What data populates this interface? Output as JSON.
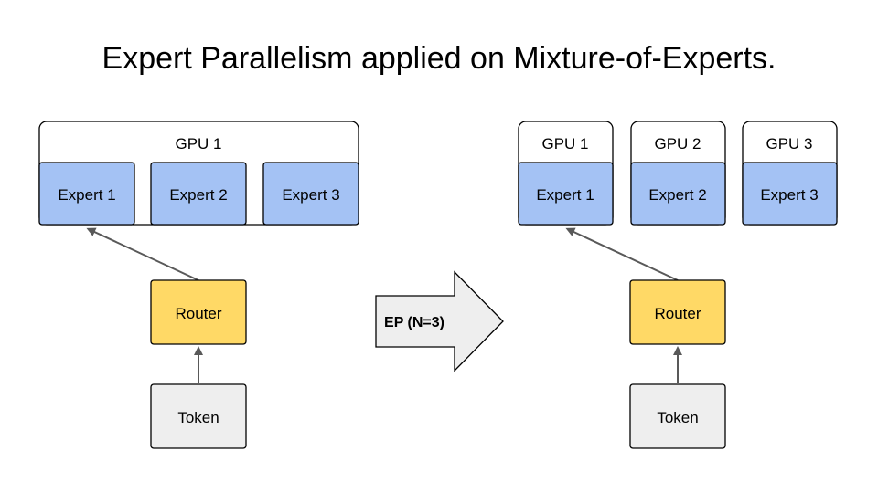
{
  "title": "Expert Parallelism applied on Mixture-of-Experts.",
  "left": {
    "gpu_label": "GPU 1",
    "experts": [
      "Expert 1",
      "Expert 2",
      "Expert 3"
    ],
    "router": "Router",
    "token": "Token"
  },
  "middle": {
    "arrow_label": "EP (N=3)"
  },
  "right": {
    "gpus": [
      "GPU 1",
      "GPU 2",
      "GPU 3"
    ],
    "experts": [
      "Expert 1",
      "Expert 2",
      "Expert 3"
    ],
    "router": "Router",
    "token": "Token"
  },
  "colors": {
    "expert_fill": "#a4c2f4",
    "router_fill": "#ffd966",
    "token_fill": "#eeeeee",
    "gpu_fill": "#ffffff",
    "stroke": "#000000",
    "arrow": "#595959"
  }
}
